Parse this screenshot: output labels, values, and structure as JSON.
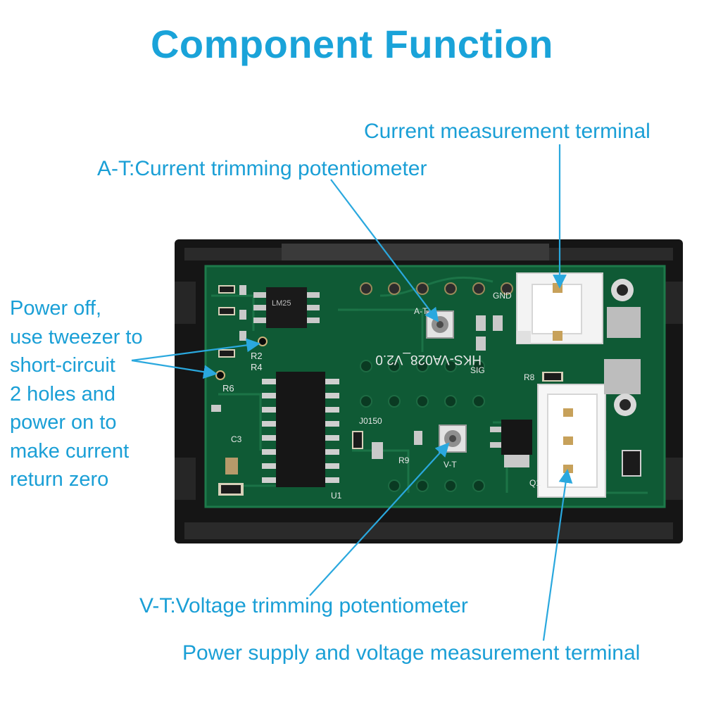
{
  "title": "Component Function",
  "labels": {
    "current_terminal": "Current measurement terminal",
    "at_pot": "A-T:Current trimming potentiometer",
    "vt_pot": "V-T:Voltage trimming potentiometer",
    "power_terminal": "Power supply and voltage measurement terminal",
    "power_off": [
      "Power off,",
      "use tweezer to",
      "short-circuit",
      "2 holes and",
      "power on to",
      "make current",
      "return zero"
    ]
  },
  "board_text": {
    "model": "HKS-VA028_V2.0",
    "ic_mark": "LM25",
    "r2": "R2",
    "r4": "R4",
    "r6": "R6",
    "r8": "R8",
    "r9": "R9",
    "c3": "C3",
    "u1": "U1",
    "q1": "Q1",
    "sig": "SIG",
    "gnd": "GND",
    "at": "A-T",
    "vt": "V-T",
    "date": "J0150"
  },
  "colors": {
    "accent": "#1aa3d9",
    "pcb": "#0f5a35",
    "case": "#141414"
  }
}
